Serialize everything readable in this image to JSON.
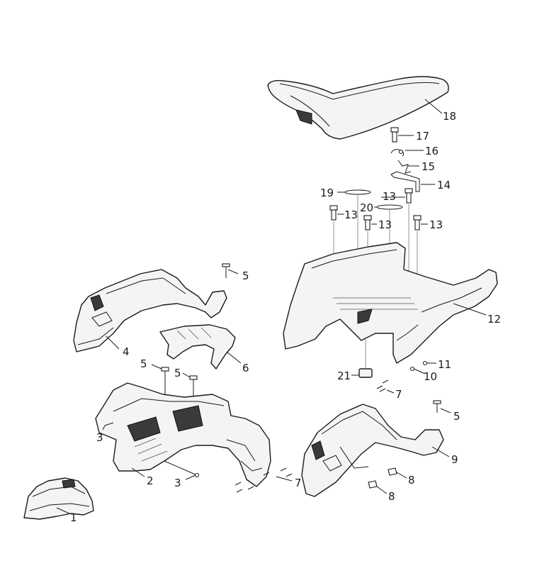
{
  "callouts": {
    "c1": "1",
    "c2": "2",
    "c3a": "3",
    "c3b": "3",
    "c4": "4",
    "c5a": "5",
    "c5b": "5",
    "c5c": "5",
    "c5d": "5",
    "c6": "6",
    "c7a": "7",
    "c7b": "7",
    "c8a": "8",
    "c8b": "8",
    "c9": "9",
    "c10": "10",
    "c11": "11",
    "c12": "12",
    "c13a": "13",
    "c13b": "13",
    "c13c": "13",
    "c13d": "13",
    "c14": "14",
    "c15": "15",
    "c16": "16",
    "c17": "17",
    "c18": "18",
    "c19": "19",
    "c20": "20",
    "c21": "21"
  }
}
